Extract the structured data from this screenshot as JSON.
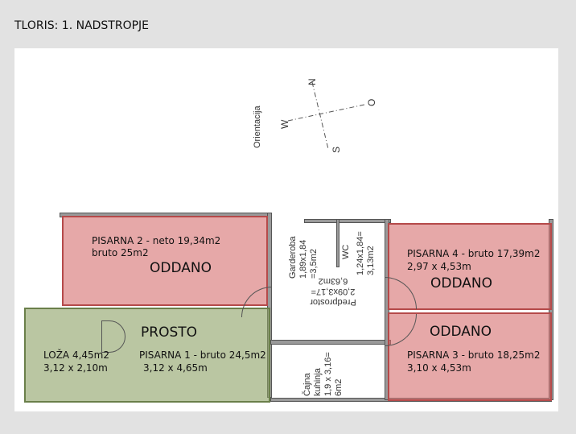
{
  "header": {
    "title": "TLORIS: 1. NADSTROPJE"
  },
  "orientation": {
    "label": "Orientacija",
    "north": "N",
    "south": "S",
    "west": "W",
    "east": "O"
  },
  "rooms": {
    "pisarna2": {
      "line1": "PISARNA 2 - neto 19,34m2",
      "line2": "bruto 25m2",
      "status": "ODDANO"
    },
    "pisarna1": {
      "line1": "PISARNA 1 - bruto 24,5m2",
      "line2": "3,12 x 4,65m",
      "status": "PROSTO"
    },
    "loza": {
      "line1": "LOŽA 4,45m2",
      "line2": "3,12 x 2,10m"
    },
    "pisarna4": {
      "line1": "PISARNA 4 - bruto 17,39m2",
      "line2": "2,97 x  4,53m",
      "status": "ODDANO"
    },
    "pisarna3": {
      "line1": "PISARNA 3 - bruto 18,25m2",
      "line2": "3,10 x 4,53m",
      "status": "ODDANO"
    },
    "garderoba": {
      "line1": "Garderoba",
      "line2": "1,89x1,84",
      "line3": "=3,5m2"
    },
    "wc": {
      "line1": "WC",
      "line2": "1,24x1,84=",
      "line3": "3,13m2"
    },
    "predprostor": {
      "line1": "Predprostor",
      "line2": "2,09x3,17=",
      "line3": "6,63m2"
    },
    "cajna": {
      "line1": "Čajna",
      "line2": "kuhinja",
      "line3": "1,9 x 3,16=",
      "line4": "6m2"
    }
  },
  "colors": {
    "occupied": "#d66e6e",
    "available": "#8ca064"
  }
}
